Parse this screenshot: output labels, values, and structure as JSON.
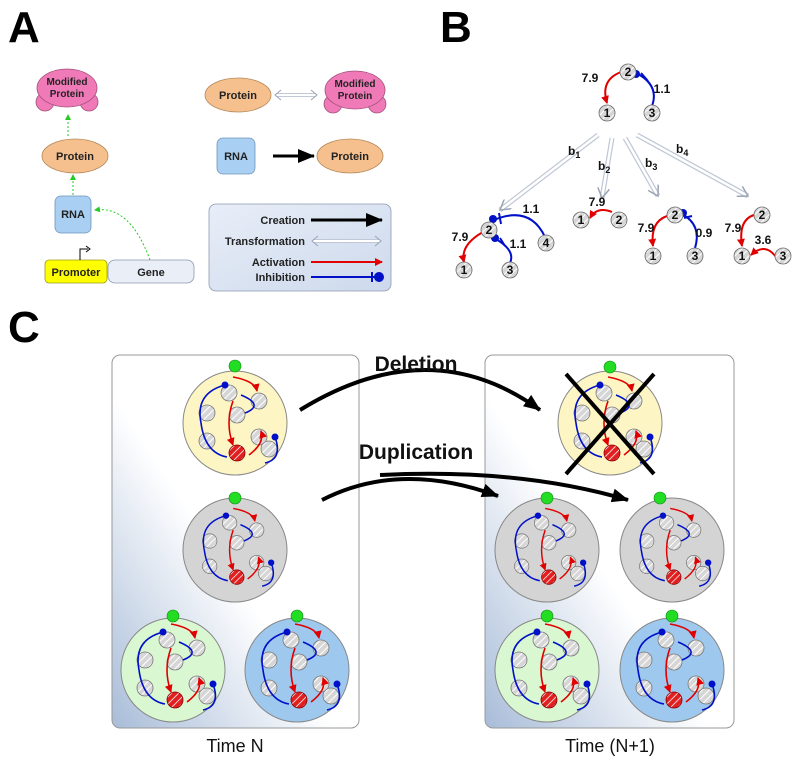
{
  "panel_a": {
    "letter": "A",
    "modified_protein_1": "Modified",
    "modified_protein_2": "Protein",
    "protein": "Protein",
    "rna": "RNA",
    "promoter": "Promoter",
    "gene": "Gene",
    "protein_right": "Protein",
    "modified_right_1": "Modified",
    "modified_right_2": "Protein",
    "rna_right": "RNA",
    "protein_right2": "Protein",
    "legend": {
      "creation": "Creation",
      "transformation": "Transformation",
      "activation": "Activation",
      "inhibition": "Inhibition"
    },
    "colors": {
      "modified_protein": "#f07ab8",
      "protein": "#f5c08e",
      "rna": "#a9cff2",
      "promoter": "#ffff00",
      "gene": "#e9eef7",
      "legend_bg": "#dde6f3"
    }
  },
  "panel_b": {
    "letter": "B",
    "top": {
      "n1": "1",
      "n2": "2",
      "n3": "3",
      "w_act": "7.9",
      "w_inh": "1.1"
    },
    "branches": [
      "b",
      "b",
      "b",
      "b"
    ],
    "branch_subs": [
      "1",
      "2",
      "3",
      "4"
    ],
    "b1": {
      "n1": "1",
      "n2": "2",
      "n3": "3",
      "n4": "4",
      "w_act": "7.9",
      "w_inh1": "1.1",
      "w_inh2": "1.1"
    },
    "b2": {
      "n1": "1",
      "n2": "2",
      "w_act": "7.9"
    },
    "b3": {
      "n1": "1",
      "n2": "2",
      "n3": "3",
      "w_act": "7.9",
      "w_inh": "0.9"
    },
    "b4": {
      "n1": "1",
      "n2": "2",
      "n3": "3",
      "w_act": "7.9",
      "w_act2": "3.6"
    },
    "colors": {
      "activation": "#e00000",
      "inhibition": "#0010c8",
      "node": "#d8d8d8"
    }
  },
  "panel_c": {
    "letter": "C",
    "deletion": "Deletion",
    "duplication": "Duplication",
    "time_n": "Time N",
    "time_n1": "Time (N+1)",
    "colors": {
      "yellow_cell": "#fdf6c4",
      "gray_cell": "#d4d4d4",
      "green_cell": "#d9f7d0",
      "blue_cell": "#9ec8ee",
      "signal": "#22dd22",
      "red_node": "#e02020"
    }
  }
}
